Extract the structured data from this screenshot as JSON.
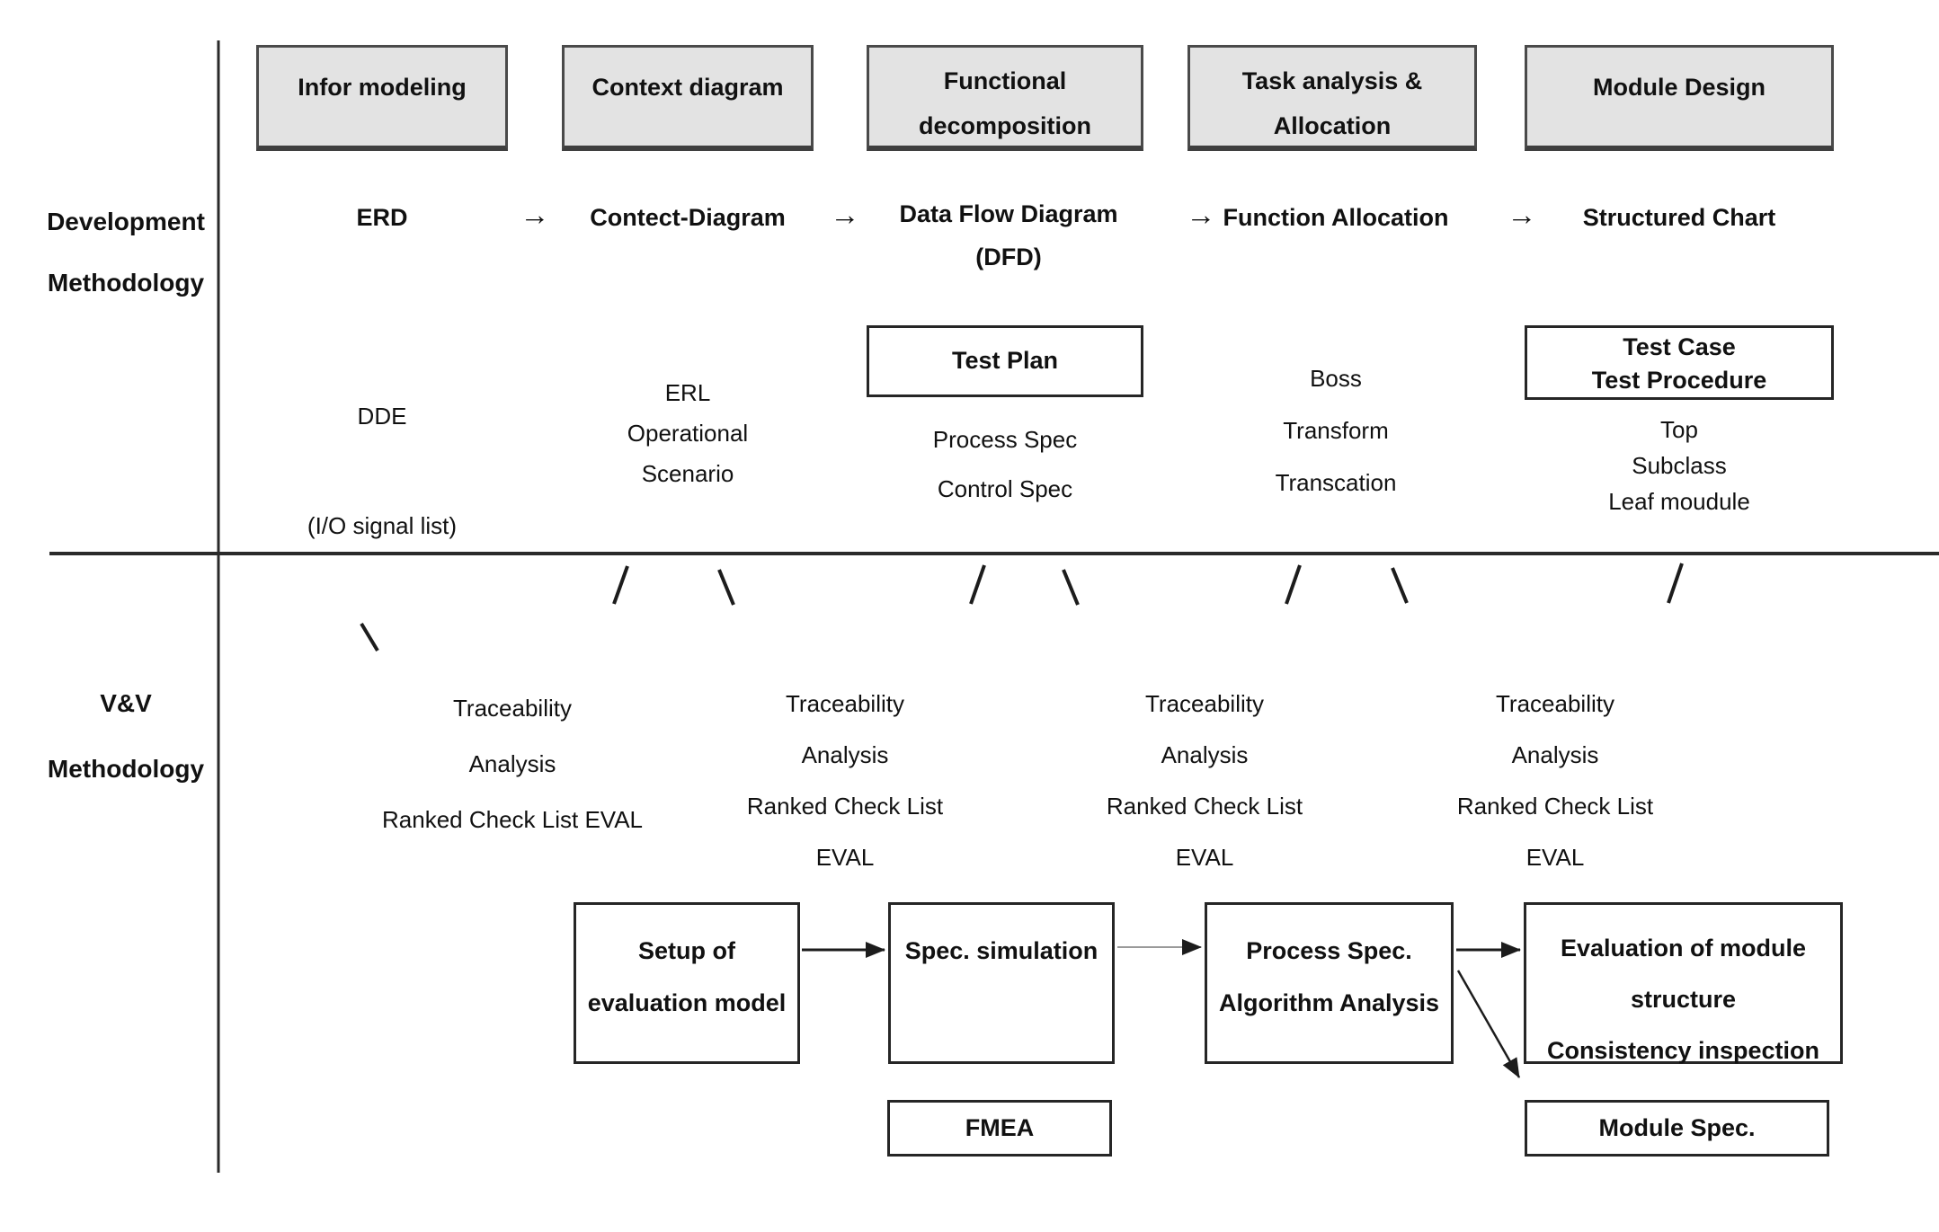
{
  "left_labels": {
    "development": [
      "Development",
      "Methodology"
    ],
    "vv": [
      "V&V",
      "Methodology"
    ]
  },
  "arrow_glyph": "→",
  "stages": [
    {
      "label": [
        "Infor modeling"
      ]
    },
    {
      "label": [
        "Context diagram"
      ]
    },
    {
      "label": [
        "Functional",
        "decomposition"
      ]
    },
    {
      "label": [
        "Task analysis &",
        "Allocation"
      ]
    },
    {
      "label": [
        "Module Design"
      ]
    }
  ],
  "methods": [
    {
      "label": [
        "ERD"
      ]
    },
    {
      "label": [
        "Contect-Diagram"
      ]
    },
    {
      "label": [
        "Data Flow Diagram",
        "(DFD)"
      ]
    },
    {
      "label": [
        "Function Allocation"
      ]
    },
    {
      "label": [
        "Structured Chart"
      ]
    }
  ],
  "artifacts": {
    "infor": {
      "main": "DDE",
      "note": "(I/O signal list)"
    },
    "context": [
      "ERL",
      "Operational",
      "Scenario"
    ],
    "functional": {
      "box": "Test Plan",
      "below": [
        "Process Spec",
        "Control Spec"
      ]
    },
    "task": [
      "Boss",
      "Transform",
      "Transcation"
    ],
    "module": {
      "box": [
        "Test Case",
        "Test Procedure"
      ],
      "below": [
        "Top",
        "Subclass",
        "Leaf moudule"
      ]
    }
  },
  "vv_columns": [
    [
      "Traceability",
      "Analysis",
      "Ranked Check List EVAL"
    ],
    [
      "Traceability",
      "Analysis",
      "Ranked Check List",
      "EVAL"
    ],
    [
      "Traceability",
      "Analysis",
      "Ranked Check List",
      "EVAL"
    ],
    [
      "Traceability",
      "Analysis",
      "Ranked Check List",
      "EVAL"
    ]
  ],
  "vv_process": [
    [
      "Setup of",
      "evaluation model"
    ],
    [
      "Spec. simulation"
    ],
    [
      "Process Spec.",
      "Algorithm Analysis"
    ],
    [
      "Evaluation of module",
      "structure",
      "Consistency inspection"
    ]
  ],
  "vv_outputs": [
    "FMEA",
    "Module Spec."
  ],
  "colors": {
    "stage_fill": "#e3e3e3",
    "stage_border": "#4a4a4a",
    "box_border": "#262626",
    "line": "#1c1c1c",
    "text": "#111111"
  }
}
